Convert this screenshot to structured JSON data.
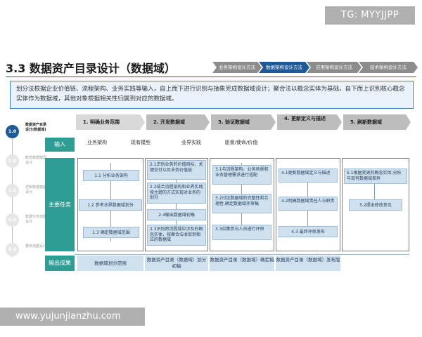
{
  "watermarks": {
    "top": "TG: MYYJJPP",
    "bottom": "www.yujunjianzhu.com"
  },
  "title": "3.3 数据资产目录设计（数据域）",
  "steps": [
    "业务架构设计方法",
    "数据架构设计方法",
    "应用架构设计方法",
    "技术架构设计方法"
  ],
  "active_step_index": 1,
  "colors": {
    "primary": "#1d5a97",
    "teal": "#2e9e95",
    "task_fill": "#cfe0ef",
    "inactive": "#e6e6e6"
  },
  "intro": "划分法根据企业价值链、流程架构、业务实践等输入，自上而下进行识别与抽象完成数据域设计；聚合法以概念实体为基础，自下而上识别核心概念实体作为数据域，其他对象根据相关性归属到对应的数据域。",
  "timeline": [
    {
      "num": "1.0",
      "label": "数据资产目录设计(数据域)",
      "active": true
    },
    {
      "num": "2.0",
      "label": "概念数据模型设计",
      "active": false
    },
    {
      "num": "3.0",
      "label": "逻辑数据模型设计",
      "active": false
    },
    {
      "num": "4.0",
      "label": "数据分布流图设计",
      "active": false
    },
    {
      "num": "5.0",
      "label": "要体流图设计",
      "active": false
    }
  ],
  "rows": {
    "input": "输入",
    "tasks": "主要任务",
    "output": "输出成果"
  },
  "columns": [
    {
      "header": "1. 明确业务范围",
      "inputs": [
        "业务架构",
        "现有模型"
      ],
      "tasks": [
        "1.1 分析业务架构",
        "1.2 参考业界数据域划分",
        "1.3 确定数据域范围"
      ],
      "output": "数据域划分范围"
    },
    {
      "header": "2. 开发数据域",
      "inputs": [
        "业界实践"
      ],
      "tasks": [
        "2.1识别业务的价值目标、关键交付以及业务价值链",
        "2.2结合流程架构和业界实践按主题的方式实现对业务的划分",
        "2.4输出数据域初稿",
        "2.3识别跨流程域中涉及的概念实体，按聚合法收敛到相应的数据域"
      ],
      "output": "数据资产目录（数据域）划分初稿"
    },
    {
      "header": "3. 验证数据域",
      "inputs": [
        "愿景/使命/价值"
      ],
      "tasks": [
        "3.1与流程架构、业务场景和业务管理需求进行适配",
        "3.2讨论数据域的完整性和合理性,确定数据域评审稿",
        "3.3召集参与人员进行评审"
      ],
      "output": "数据资产目录（数据域）确定稿"
    },
    {
      "header": "4. 更新定义与描述",
      "inputs": [],
      "tasks": [
        "4.1更新数据域定义与描述",
        "4.2明确数据域责任人与职责",
        "4.3 最终评审发布"
      ],
      "output": "数据资产目录（数据域）发布版"
    },
    {
      "header": "5. 刷新数据域",
      "inputs": [],
      "tasks": [
        "5.1根据变更的概念实体,分析与现有数据域差异",
        "5.2提出修改意见"
      ],
      "output": ""
    }
  ]
}
